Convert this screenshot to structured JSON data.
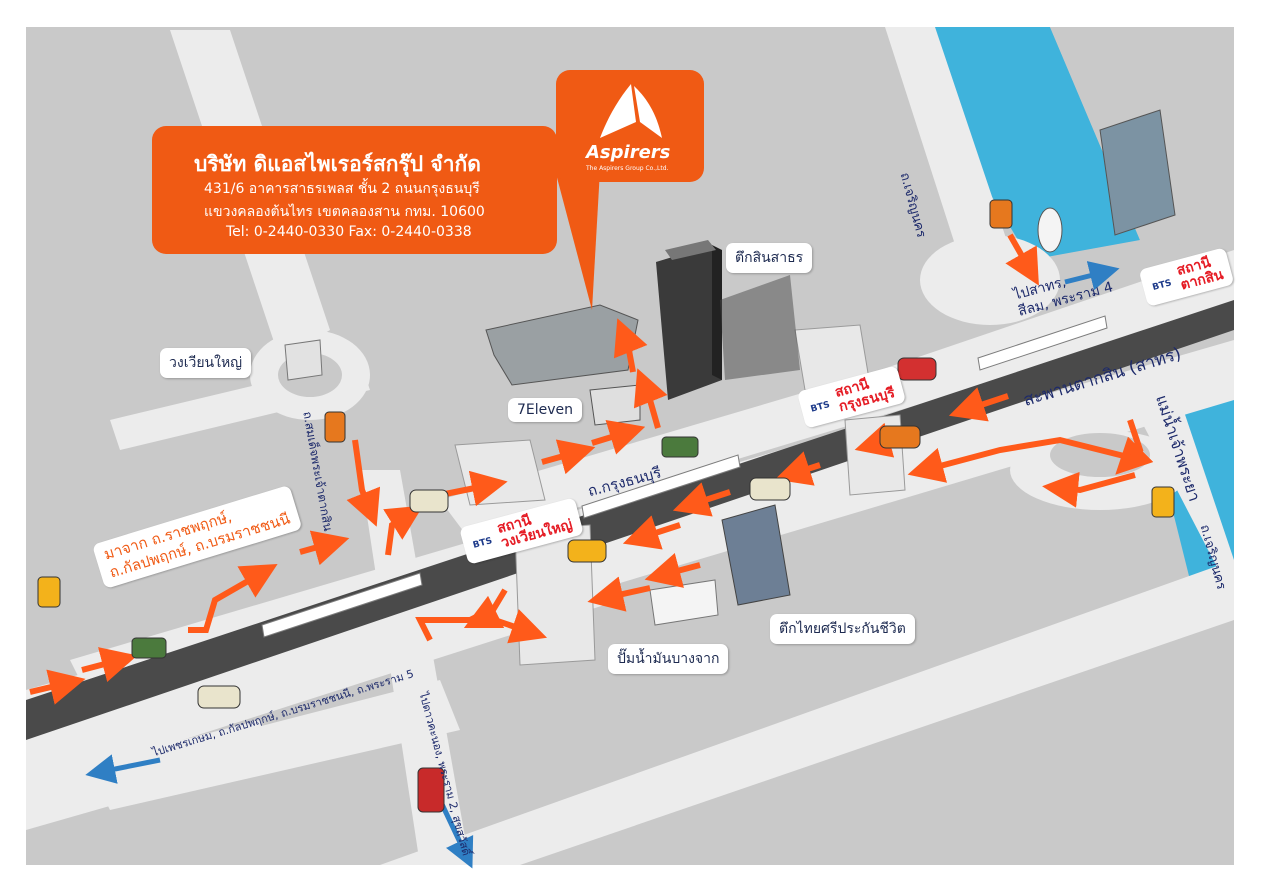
{
  "company": {
    "name": "บริษัท ดิแอสไพเรอร์สกรุ๊ป จำกัด",
    "address_line1": "431/6 อาคารสาธรเพลส ชั้น 2 ถนนกรุงธนบุรี",
    "address_line2": "แขวงคลองต้นไทร เขตคลองสาน กทม. 10600",
    "contact": "Tel: 0-2440-0330  Fax: 0-2440-0338"
  },
  "logo": {
    "brand": "Aspirers",
    "tagline": "The Aspirers Group Co.,Ltd."
  },
  "landmarks": {
    "sinsathorn": "ตึกสินสาธร",
    "circle": "วงเวียนใหญ่",
    "seven_eleven": "7Eleven",
    "thai_sri": "ตึกไทยศรีประกันชีวิต",
    "bangchak": "ปั๊มน้ำมันบางจาก"
  },
  "stations": {
    "bts_logo": "BTS",
    "krungthonburi": [
      "สถานี",
      "กรุงธนบุรี"
    ],
    "wongwianyai": [
      "สถานี",
      "วงเวียนใหญ่"
    ],
    "taksin": [
      "สถานี",
      "ตากสิน"
    ]
  },
  "roads": {
    "charoen_nakhon_top": "ถ.เจริญนคร",
    "charoen_nakhon_bottom": "ถ.เจริญนคร",
    "somdet_taksin": "ถ.สมเด็จพระเจ้าตากสิน",
    "krungthonburi": "ถ.กรุงธนบุรี",
    "bridge": "สะพานตากสิน (สาทร)",
    "river": "แม่น้ำเจ้าพระยา",
    "from_west_line1": "มาจาก ถ.ราชพฤกษ์,",
    "from_west_line2": "ถ.กัลปพฤกษ์, ถ.บรมราชชนนี",
    "to_west": "ไปเพชรเกษม, ถ.กัลปพฤกษ์, ถ.บรมราชชนนี, ถ.พระราม 5",
    "to_south": "ไปดาวคะนอง, พระราม 2, สุขสวัสดิ์",
    "to_east_line1": "ไปสาทร,",
    "to_east_line2": "สีลม, พระราม 4"
  },
  "colors": {
    "orange": "#f05a14",
    "arrow": "#ff5a1a",
    "bts_red": "#e51b24",
    "river": "#3fb3dc",
    "road": "#ececec",
    "block": "#c9c9c9",
    "rail": "#4a4a4a",
    "blue_arrow": "#2f7fc4"
  }
}
